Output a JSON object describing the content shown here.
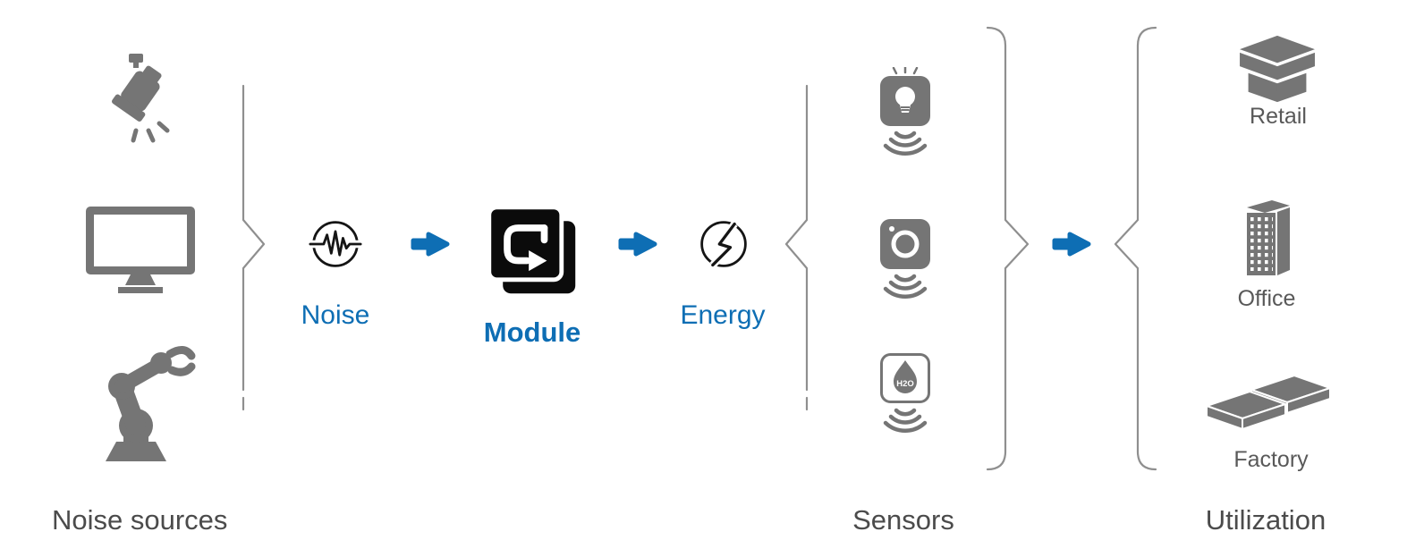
{
  "diagram": {
    "flow": {
      "noise_label": "Noise",
      "module_label": "Module",
      "energy_label": "Energy"
    },
    "noise_sources": {
      "label": "Noise sources",
      "icons": [
        "spotlight-icon",
        "monitor-icon",
        "robot-arm-icon"
      ]
    },
    "sensors": {
      "label": "Sensors",
      "icons": [
        "light-bulb-sensor-icon",
        "camera-sensor-icon",
        "water-sensor-icon"
      ],
      "water_text": "H2O"
    },
    "utilization": {
      "label": "Utilization",
      "items": [
        {
          "icon": "retail-store-icon",
          "label": "Retail"
        },
        {
          "icon": "office-building-icon",
          "label": "Office"
        },
        {
          "icon": "factory-icon",
          "label": "Factory"
        }
      ]
    },
    "colors": {
      "accent_blue": "#0e6eb4",
      "icon_gray": "#757575",
      "brace_gray": "#8f8f8f",
      "group_label_gray": "#4b4b4b",
      "module_black": "#0b0b0b"
    }
  }
}
